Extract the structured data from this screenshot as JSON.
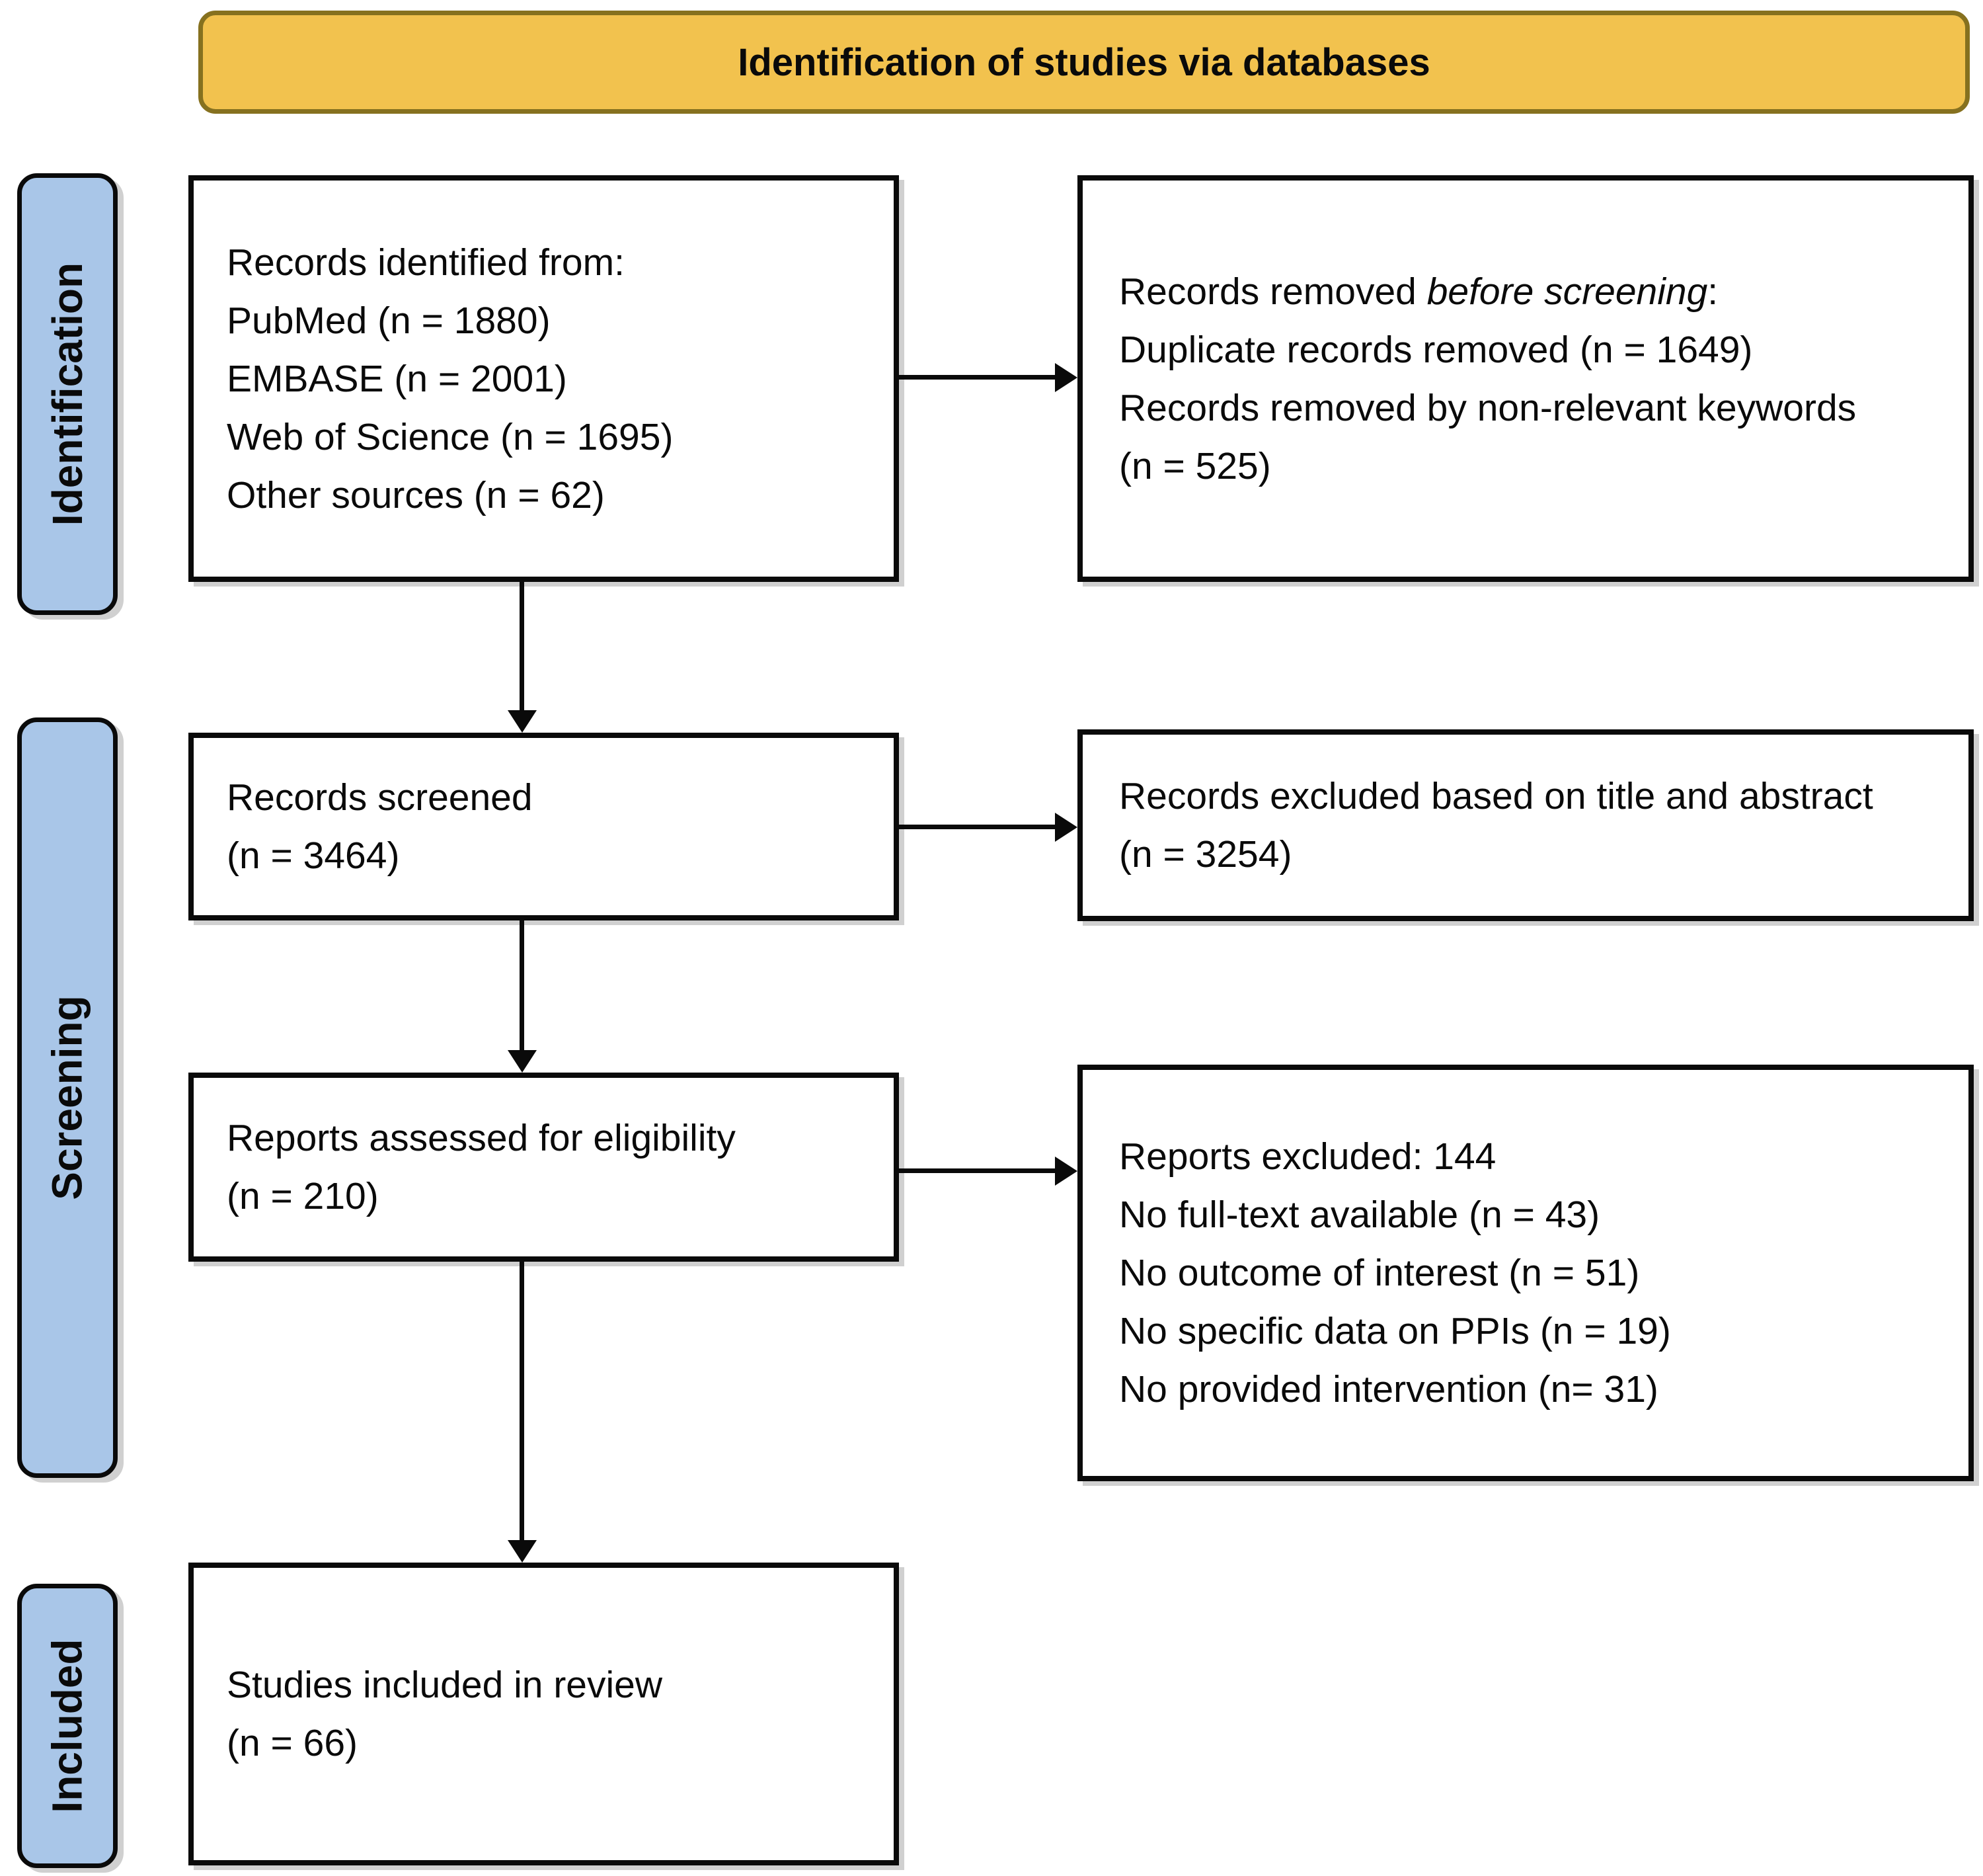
{
  "banner": {
    "label": "Identification of studies via databases"
  },
  "colors": {
    "banner_fill": "#F2C24E",
    "banner_border": "#86711F",
    "stage_fill": "#A9C6E8",
    "box_border": "#0a0a0a",
    "background": "#ffffff"
  },
  "stages": {
    "identification": "Identification",
    "screening": "Screening",
    "included": "Included"
  },
  "boxes": {
    "records_identified": {
      "lines": [
        "Records identified from:",
        "PubMed (n = 1880)",
        "EMBASE (n = 2001)",
        "Web of Science (n = 1695)",
        "Other sources (n = 62)"
      ]
    },
    "records_removed": {
      "title_prefix": "Records removed ",
      "title_italic": "before screening",
      "title_suffix": ":",
      "lines": [
        "Duplicate records removed (n = 1649)",
        "Records removed by non-relevant keywords",
        "(n = 525)"
      ]
    },
    "records_screened": {
      "lines": [
        "Records screened",
        "(n = 3464)"
      ]
    },
    "records_excluded": {
      "lines": [
        "Records excluded based on title and abstract",
        "(n = 3254)"
      ]
    },
    "reports_assessed": {
      "lines": [
        "Reports assessed for eligibility",
        "(n = 210)"
      ]
    },
    "reports_excluded": {
      "lines": [
        "Reports excluded: 144",
        "No full-text available (n = 43)",
        "No outcome of interest (n = 51)",
        "No specific data on PPIs (n = 19)",
        "No provided intervention (n= 31)"
      ]
    },
    "studies_included": {
      "lines": [
        "Studies included in review",
        "(n = 66)"
      ]
    }
  }
}
